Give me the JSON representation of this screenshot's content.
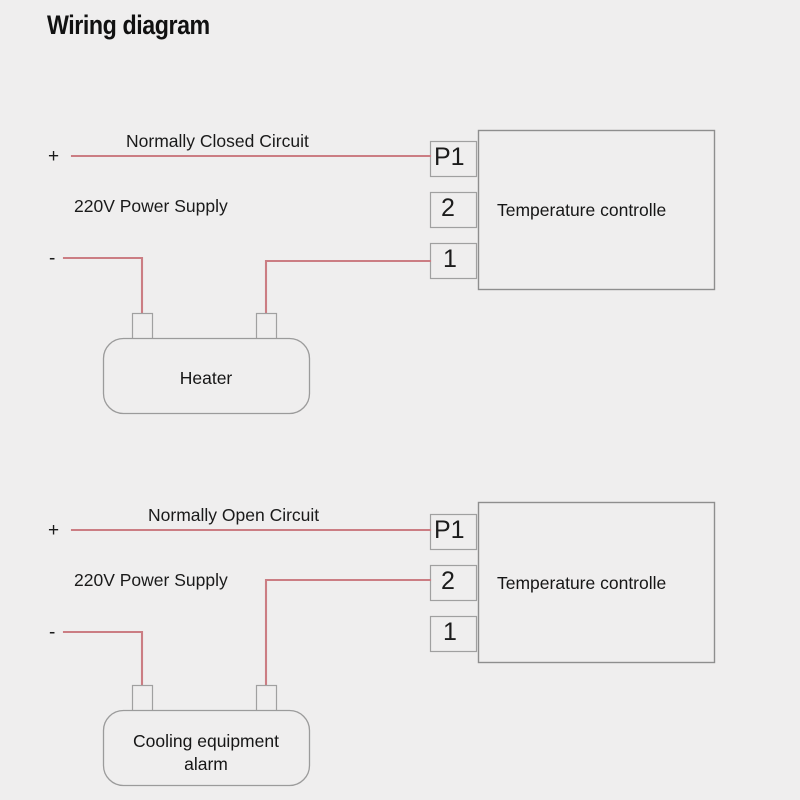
{
  "page": {
    "title": "Wiring diagram",
    "background_color": "#efeeee",
    "wire_color": "#cb7d83",
    "outline_color": "#9b9b9b",
    "text_color": "#1a1a1a"
  },
  "diagrams": [
    {
      "id": "normally-closed",
      "circuit_label": "Normally Closed Circuit",
      "supply_label": "220V Power Supply",
      "positive_marker": "+",
      "negative_marker": "-",
      "controller": {
        "label": "Temperature controlle",
        "terminals": [
          {
            "label": "P1",
            "connected": true
          },
          {
            "label": "2",
            "connected": false
          },
          {
            "label": "1",
            "connected": true
          }
        ]
      },
      "device": {
        "label": "Heater",
        "label_lines": [
          "Heater"
        ]
      }
    },
    {
      "id": "normally-open",
      "circuit_label": "Normally Open Circuit",
      "supply_label": "220V Power Supply",
      "positive_marker": "+",
      "negative_marker": "-",
      "controller": {
        "label": "Temperature controlle",
        "terminals": [
          {
            "label": "P1",
            "connected": true
          },
          {
            "label": "2",
            "connected": true
          },
          {
            "label": "1",
            "connected": false
          }
        ]
      },
      "device": {
        "label": "Cooling equipment alarm",
        "label_lines": [
          "Cooling equipment",
          "alarm"
        ]
      }
    }
  ]
}
